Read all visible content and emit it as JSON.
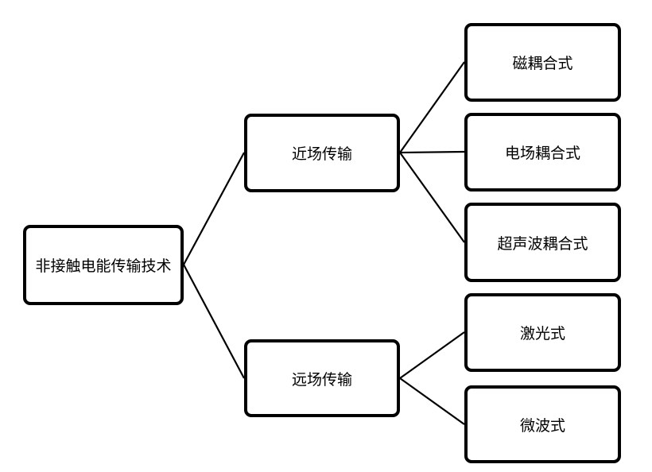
{
  "root": {
    "label": "非接触电能传输技术"
  },
  "branches": [
    {
      "label": "近场传输",
      "children": [
        {
          "label": "磁耦合式"
        },
        {
          "label": "电场耦合式"
        },
        {
          "label": "超声波耦合式"
        }
      ]
    },
    {
      "label": "远场传输",
      "children": [
        {
          "label": "激光式"
        },
        {
          "label": "微波式"
        }
      ]
    }
  ],
  "colors": {
    "stroke": "#000000",
    "background": "#ffffff"
  }
}
